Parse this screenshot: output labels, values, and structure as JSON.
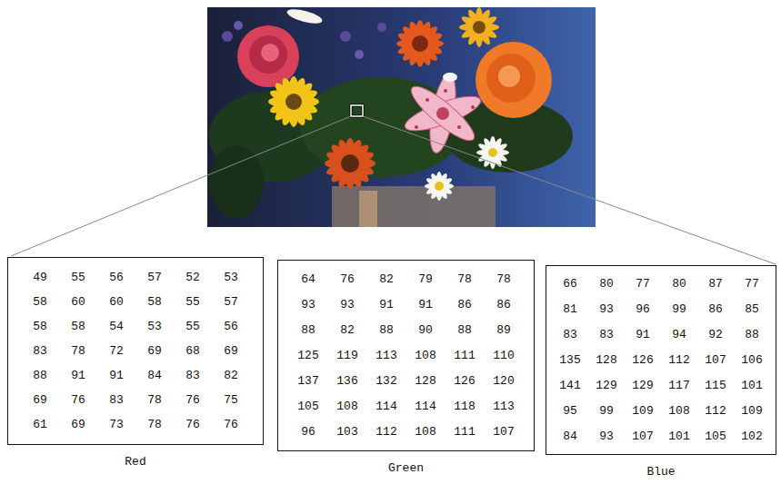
{
  "diagram": {
    "nodes": [
      {
        "text": [
          "49",
          "55",
          "56",
          "57",
          "52",
          "53",
          "58",
          "60",
          "60",
          "58",
          "55",
          "57",
          "58",
          "58",
          "54",
          "53",
          "55",
          "56",
          "83",
          "78",
          "72",
          "69",
          "68",
          "69",
          "88",
          "91",
          "91",
          "84",
          "83",
          "82",
          "69",
          "76",
          "83",
          "78",
          "76",
          "75",
          "61",
          "69",
          "73",
          "78",
          "76",
          "76",
          "Red"
        ]
      },
      {
        "text": [
          "64",
          "76",
          "82",
          "79",
          "78",
          "78",
          "93",
          "93",
          "91",
          "91",
          "86",
          "86",
          "88",
          "82",
          "88",
          "90",
          "88",
          "89",
          "125",
          "119",
          "113",
          "108",
          "111",
          "110",
          "137",
          "136",
          "132",
          "128",
          "126",
          "120",
          "105",
          "108",
          "114",
          "114",
          "118",
          "113",
          "96",
          "103",
          "112",
          "108",
          "111",
          "107",
          "Green"
        ]
      },
      {
        "text": [
          "66",
          "80",
          "77",
          "80",
          "87",
          "77",
          "81",
          "93",
          "96",
          "99",
          "86",
          "85",
          "83",
          "83",
          "91",
          "94",
          "92",
          "88",
          "135",
          "128",
          "126",
          "112",
          "107",
          "106",
          "141",
          "129",
          "129",
          "117",
          "115",
          "101",
          "95",
          "99",
          "109",
          "108",
          "112",
          "109",
          "84",
          "93",
          "107",
          "101",
          "105",
          "102",
          "Blue"
        ]
      }
    ]
  }
}
